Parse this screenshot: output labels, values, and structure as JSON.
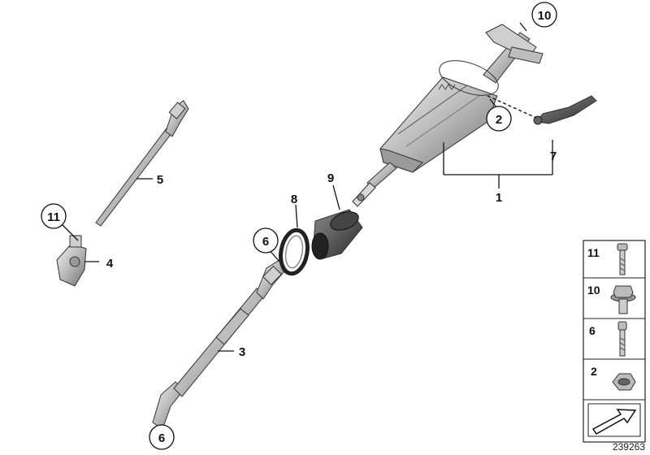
{
  "callouts": {
    "c1": "1",
    "c2": "2",
    "c3": "3",
    "c4": "4",
    "c5": "5",
    "c6a": "6",
    "c6b": "6",
    "c7": "7",
    "c8": "8",
    "c9": "9",
    "c10": "10",
    "c11": "11"
  },
  "legend": [
    {
      "label": "11",
      "icon": "bolt-icon"
    },
    {
      "label": "10",
      "icon": "flange-bolt-icon"
    },
    {
      "label": "6",
      "icon": "screw-icon"
    },
    {
      "label": "2",
      "icon": "hex-nut-icon"
    }
  ],
  "diagram_code": "239263"
}
